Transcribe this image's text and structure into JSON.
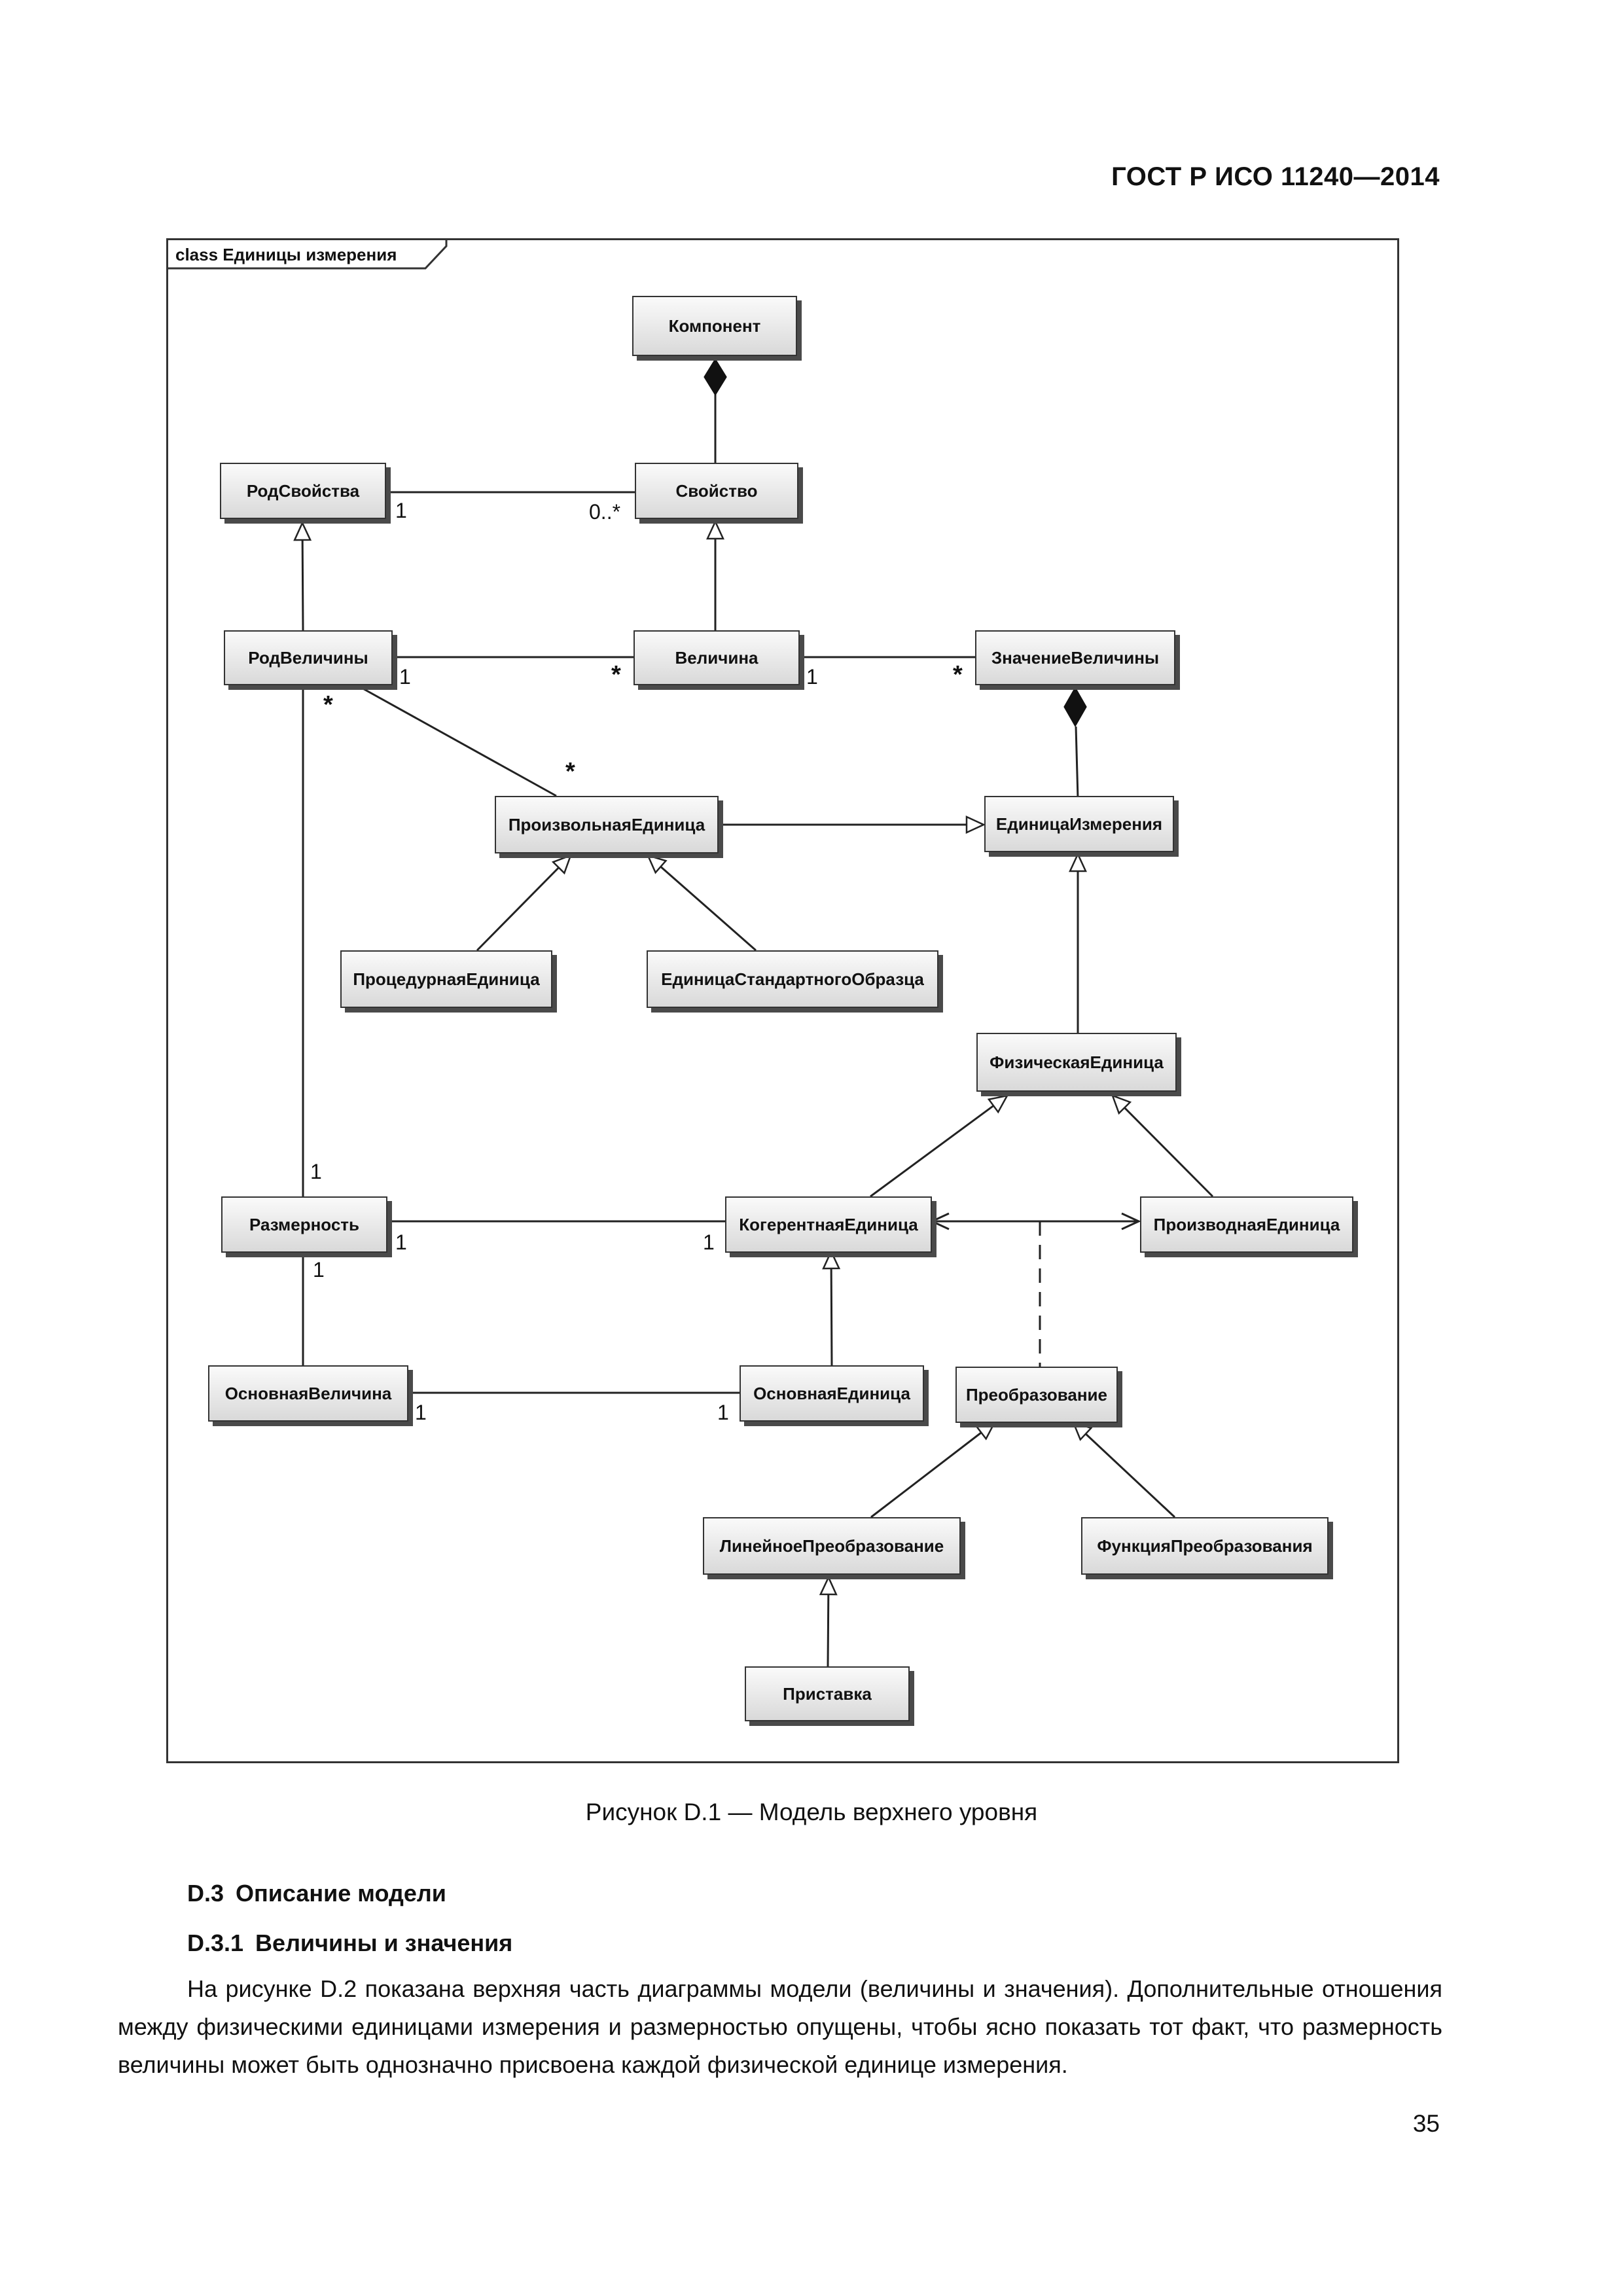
{
  "header": {
    "standard": "ГОСТ Р ИСО 11240—2014"
  },
  "diagram": {
    "frame_label": "class Единицы измерения",
    "classes": {
      "komponent": "Компонент",
      "rod_svoystva": "РодСвойства",
      "svoystvo": "Свойство",
      "rod_velichiny": "РодВеличины",
      "velichina": "Величина",
      "znachenie_velichiny": "ЗначениеВеличины",
      "proizvolnaya_edinitsa": "ПроизвольнаяЕдиница",
      "edinitsa_izmereniya": "ЕдиницаИзмерения",
      "protsedurnaya_edinitsa": "ПроцедурнаяЕдиница",
      "edinitsa_standartnogo_obraztsa": "ЕдиницаСтандартногоОбразца",
      "fizicheskaya_edinitsa": "ФизическаяЕдиница",
      "razmernost": "Размерность",
      "kogerentnaya_edinitsa": "КогерентнаяЕдиница",
      "proizvodnaya_edinitsa": "ПроизводнаяЕдиница",
      "osnovnaya_velichina": "ОсновнаяВеличина",
      "osnovnaya_edinitsa": "ОсновнаяЕдиница",
      "preobrazovanie": "Преобразование",
      "lineynoe_preobrazovanie": "ЛинейноеПреобразование",
      "funktsiya_preobrazovaniya": "ФункцияПреобразования",
      "pristavka": "Приставка"
    },
    "multiplicities": {
      "rodsv_svoystvo_left": "1",
      "rodsv_svoystvo_right": "0..*",
      "rodvel_velichina_left": "1",
      "rodvel_velichina_right": "*",
      "velichina_znach_left": "1",
      "velichina_znach_right": "*",
      "rodvel_proizv_top": "*",
      "rodvel_proizv_bottom": "*",
      "rodvel_razmernost": "1",
      "razmernost_kogerent_left": "1",
      "razmernost_kogerent_right": "1",
      "razmernost_osnvel": "1",
      "osnvel_osnedin_left": "1",
      "osnvel_osnedin_right": "1"
    }
  },
  "caption": "Рисунок   D.1 — Модель верхнего уровня",
  "sections": [
    {
      "number": "D.3",
      "title": "Описание модели"
    },
    {
      "number": "D.3.1",
      "title": "Величины и значения"
    }
  ],
  "paragraph": "На рисунке D.2 показана верхняя часть диаграммы модели (величины и значения). Дополнительные отношения между физическими единицами измерения и размерностью опущены, чтобы ясно показать тот факт, что размерность величины может быть однозначно присвоена каждой физической единице измерения.",
  "page_number": "35"
}
